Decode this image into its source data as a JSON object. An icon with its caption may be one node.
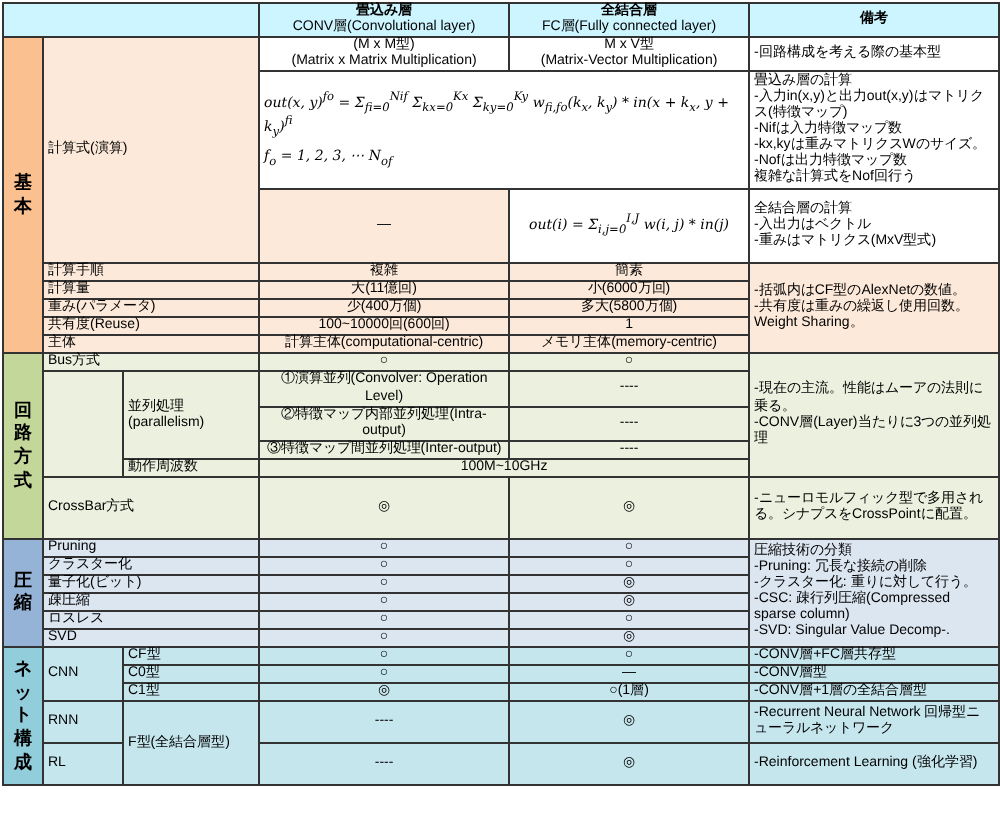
{
  "diagram": {
    "labels": [
      "畳込み層",
      "CONV層(Convolutional layer)",
      "全結合層",
      "FC層(Fully connected layer)",
      "備考",
      "基本",
      "計算式(演算)",
      "(M x M型)",
      "(Matrix x Matrix Multiplication)",
      "M x V型",
      "(Matrix-Vector Multiplication)",
      "-回路構成を考える際の基本型",
      "out(x, y)$^{fo}$ = Σ$_{fi=0}$$^{Nif}$ Σ$_{kx=0}$$^{Kx}$ Σ$_{ky=0}$$^{Ky}$ w$_{fi,fo}$(k$_{x}$, k$_{y}$) * in(x + k$_{x}$, y + k$_{y}$)$^{fi}$",
      "f$_{o}$ = 1, 2, 3, ⋯ N$_{of}$",
      "畳込み層の計算",
      "-入力in(x,y)と出力out(x,y)はマトリクス(特徴マップ)",
      "-Nifは入力特徴マップ数",
      "-kx,kyは重みマトリクスWのサイズ。",
      "-Nofは出力特徴マップ数",
      "複雑な計算式をNof回行う",
      "―",
      "out(i) = Σ$_{i,j=0}$$^{I,J}$ w(i, j) * in(j)",
      "全結合層の計算",
      "-入出力はベクトル",
      "-重みはマトリクス(MxV型式)",
      "計算手順",
      "複雑",
      "簡素",
      "-括弧内はCF型のAlexNetの数値。",
      "-共有度は重みの繰返し使用回数。Weight Sharing。",
      "計算量",
      "大(11億回)",
      "小(6000万回)",
      "重み(パラメータ)",
      "少(400万個)",
      "多大(5800万個)",
      "共有度(Reuse)",
      "100~10000回(600回)",
      "1",
      "主体",
      "計算主体(computational-centric)",
      "メモリ主体(memory-centric)",
      "回路方式",
      "Bus方式",
      "○",
      "○",
      "-現在の主流。性能はムーアの法則に乗る。",
      "-CONV層(Layer)当たりに3つの並列処理",
      "並列処理(parallelism)",
      "①演算並列(Convolver: Operation Level)",
      "----",
      "②特徴マップ内部並列処理(Intra-output)",
      "----",
      "③特徴マップ間並列処理(Inter-output)",
      "----",
      "動作周波数",
      "100M~10GHz",
      "CrossBar方式",
      "◎",
      "◎",
      "-ニューロモルフィック型で多用される。シナプスをCrossPointに配置。",
      "圧縮",
      "Pruning",
      "○",
      "○",
      "圧縮技術の分類",
      "-Pruning: 冗長な接続の削除",
      "-クラスター化: 重りに対して行う。",
      "-CSC: 疎行列圧縮(Compressed sparse column)",
      "-SVD: Singular Value Decomp-.",
      "クラスター化",
      "○",
      "○",
      "量子化(ビット)",
      "○",
      "◎",
      "疎圧縮",
      "○",
      "◎",
      "ロスレス",
      "○",
      "○",
      "SVD",
      "○",
      "◎",
      "ネット構成",
      "CNN",
      "CF型",
      "○",
      "○",
      "-CONV層+FC層共存型",
      "C0型",
      "○",
      "―",
      "-CONV層型",
      "C1型",
      "◎",
      "○(1層)",
      "-CONV層+1層の全結合層型",
      "RNN",
      "F型(全結合層型)",
      "----",
      "◎",
      "-Recurrent Neural Network 回帰型ニューラルネットワーク",
      "RL",
      "----",
      "◎",
      "-Reinforcement Learning (強化学習)"
    ]
  }
}
